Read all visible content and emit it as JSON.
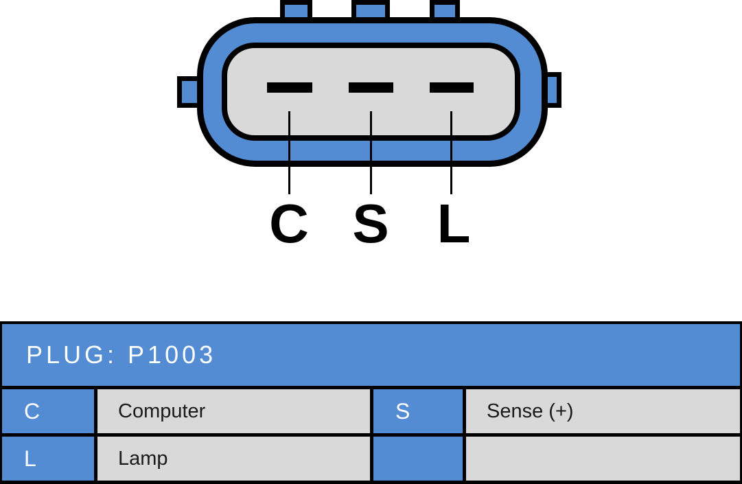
{
  "colors": {
    "accent_blue": "#548CD4",
    "cell_gray": "#D9D9D9",
    "outline_black": "#000000",
    "header_text_white": "#FFFFFF",
    "value_text_black": "#1A1A1A"
  },
  "connector": {
    "type": "3-pin-plug-face",
    "pins": [
      {
        "label": "C"
      },
      {
        "label": "S"
      },
      {
        "label": "L"
      }
    ]
  },
  "plug_table": {
    "title": "PLUG: P1003",
    "entries": [
      {
        "key": "C",
        "value": "Computer"
      },
      {
        "key": "S",
        "value": "Sense (+)"
      },
      {
        "key": "L",
        "value": "Lamp"
      },
      {
        "key": "",
        "value": ""
      }
    ]
  }
}
